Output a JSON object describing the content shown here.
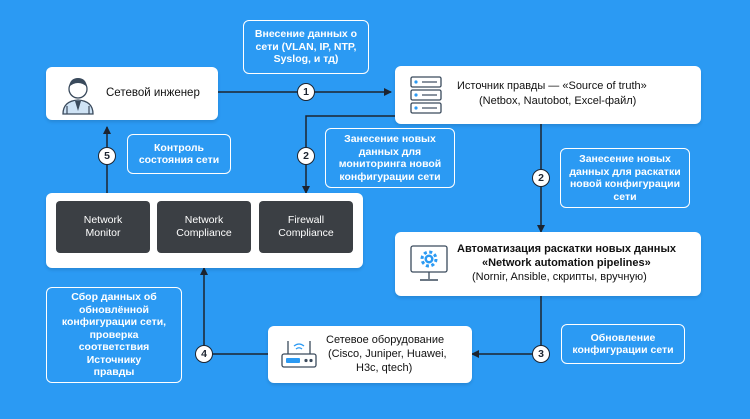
{
  "colors": {
    "background": "#2b9af3",
    "card": "#ffffff",
    "line": "#1c2430",
    "tile": "#3b3f44"
  },
  "nodes": {
    "engineer": {
      "label": "Сетевой инженер",
      "icon": "engineer-icon"
    },
    "source_of_truth": {
      "title": "Источник правды — «Source of truth»",
      "subtitle": "(Netbox, Nautobot, Excel-файл)",
      "icon": "server-rack-icon"
    },
    "automation": {
      "line1": "Автоматизация раскатки новых данных",
      "line2": "«Network automation pipelines»",
      "line3": "(Nornir, Ansible, скрипты, вручную)",
      "icon": "monitor-gear-icon"
    },
    "hardware": {
      "line1": "Сетевое оборудование",
      "line2": "(Cisco, Juniper, Huawei,",
      "line3": "H3c, qtech)",
      "icon": "router-icon"
    },
    "monitoring_panel": {
      "tiles": [
        {
          "label": "Network\nMonitor"
        },
        {
          "label": "Network\nCompliance"
        },
        {
          "label": "Firewall\nCompliance"
        }
      ]
    }
  },
  "bubbles": {
    "b1": "Внесение данных о\nсети (VLAN, IP, NTP,\nSyslog, и тд)",
    "b2a": "Занесение новых\nданных для\nмониторинга новой\nконфигурации сети",
    "b2b": "Занесение новых\nданных для раскатки\nновой конфигурации\nсети",
    "b3": "Обновление\nконфигурации сети",
    "b4": "Сбор данных об\nобновлённой\nконфигурации сети,\nпроверка\nсоответствия\nИсточнику\nправды",
    "b5": "Контроль\nсостояния сети"
  },
  "steps": {
    "s1": "1",
    "s2a": "2",
    "s2b": "2",
    "s3": "3",
    "s4": "4",
    "s5": "5"
  }
}
